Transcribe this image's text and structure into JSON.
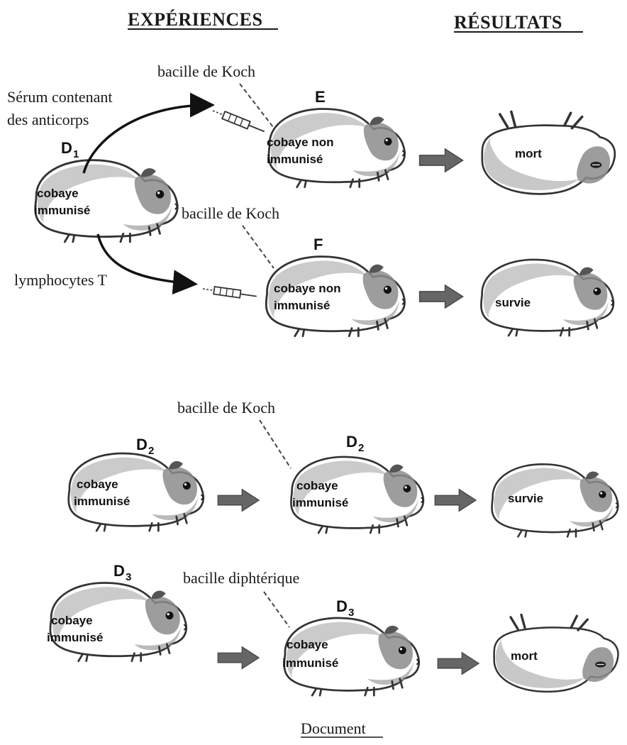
{
  "headings": {
    "experiences": "EXPÉRIENCES",
    "resultats": "RÉSULTATS"
  },
  "caption": "Document",
  "row_e": {
    "injection_1": "bacille de Koch",
    "serum_line1": "Sérum contenant",
    "serum_line2": "des anticorps",
    "donor_letter": "D",
    "donor_sub": "1",
    "donor_line1": "cobaye",
    "donor_line2": "immunisé",
    "target_letter": "E",
    "target_line1": "cobaye non",
    "target_line2": "immunisé",
    "result": "mort"
  },
  "row_f": {
    "injection": "bacille de Koch",
    "transfer": "lymphocytes T",
    "target_letter": "F",
    "target_line1": "cobaye non",
    "target_line2": "immunisé",
    "result": "survie"
  },
  "row_d2": {
    "injection": "bacille de Koch",
    "donor_letter": "D",
    "donor_sub": "2",
    "donor_line1": "cobaye",
    "donor_line2": "immunisé",
    "target_letter": "D",
    "target_sub": "2",
    "target_line1": "cobaye",
    "target_line2": "immunisé",
    "result": "survie"
  },
  "row_d3": {
    "injection": "bacille diphtérique",
    "donor_letter": "D",
    "donor_sub": "3",
    "donor_line1": "cobaye",
    "donor_line2": "immunisé",
    "target_letter": "D",
    "target_sub": "3",
    "target_line1": "cobaye",
    "target_line2": "immunisé",
    "result": "mort"
  }
}
